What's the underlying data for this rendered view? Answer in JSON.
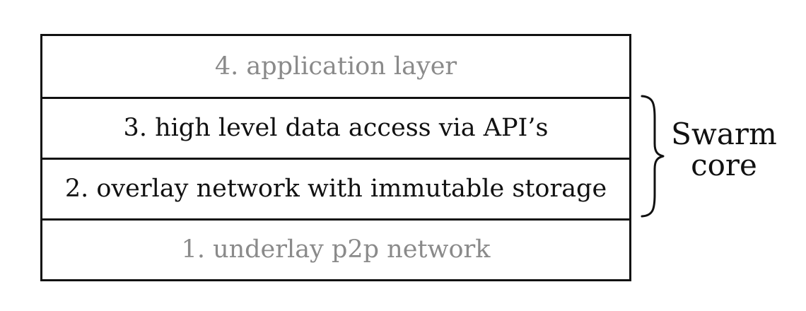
{
  "layers": [
    {
      "label": "4. application layer",
      "muted": true
    },
    {
      "label": "3. high level data access via API’s",
      "muted": false
    },
    {
      "label": "2. overlay network with immutable storage",
      "muted": false
    },
    {
      "label": "1. underlay p2p network",
      "muted": true
    }
  ],
  "group": {
    "line1": "Swarm",
    "line2": "core"
  },
  "colors": {
    "text": "#111111",
    "muted_text": "#8a8a8a",
    "border": "#111111"
  }
}
